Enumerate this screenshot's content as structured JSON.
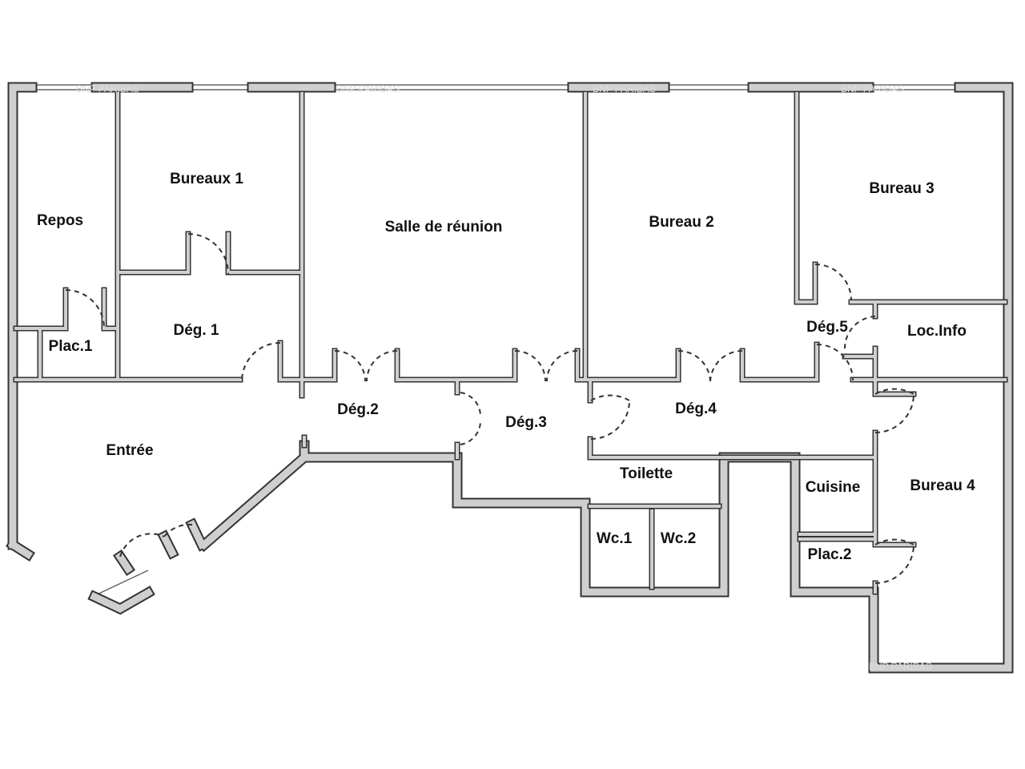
{
  "watermark": "BNP PARIBAS",
  "rooms": {
    "repos": "Repos",
    "bureaux1": "Bureaux 1",
    "salle_reunion": "Salle de réunion",
    "bureau2": "Bureau 2",
    "bureau3": "Bureau 3",
    "plac1": "Plac.1",
    "deg1": "Dég. 1",
    "deg5": "Dég.5",
    "loc_info": "Loc.Info",
    "deg2": "Dég.2",
    "deg3": "Dég.3",
    "deg4": "Dég.4",
    "entree": "Entrée",
    "toilette": "Toilette",
    "cuisine": "Cuisine",
    "bureau4": "Bureau 4",
    "wc1": "Wc.1",
    "wc2": "Wc.2",
    "plac2": "Plac.2"
  },
  "colors": {
    "wall_fill": "#cfcfcf",
    "wall_outline": "#333333"
  }
}
